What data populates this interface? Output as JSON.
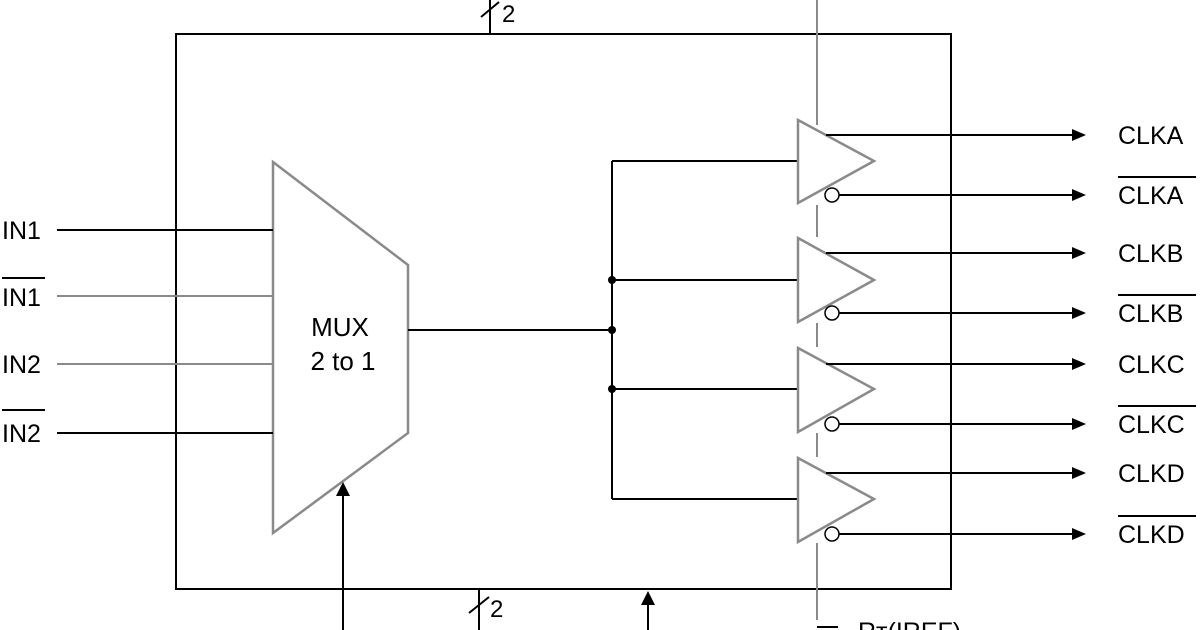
{
  "mux": {
    "line1": "MUX",
    "line2": "2 to 1"
  },
  "inputs": [
    {
      "label": "IN1",
      "overbar": false
    },
    {
      "label": "IN1",
      "overbar": true
    },
    {
      "label": "IN2",
      "overbar": false
    },
    {
      "label": "IN2",
      "overbar": true
    }
  ],
  "outputs": [
    {
      "label": "CLKA",
      "overbar": false
    },
    {
      "label": "CLKA",
      "overbar": true
    },
    {
      "label": "CLKB",
      "overbar": false
    },
    {
      "label": "CLKB",
      "overbar": true
    },
    {
      "label": "CLKC",
      "overbar": false
    },
    {
      "label": "CLKC",
      "overbar": true
    },
    {
      "label": "CLKD",
      "overbar": false
    },
    {
      "label": "CLKD",
      "overbar": true
    }
  ],
  "bus_top_label": "2",
  "bus_bottom_label": "2",
  "bottom_right_label": "Rт(IREF)"
}
